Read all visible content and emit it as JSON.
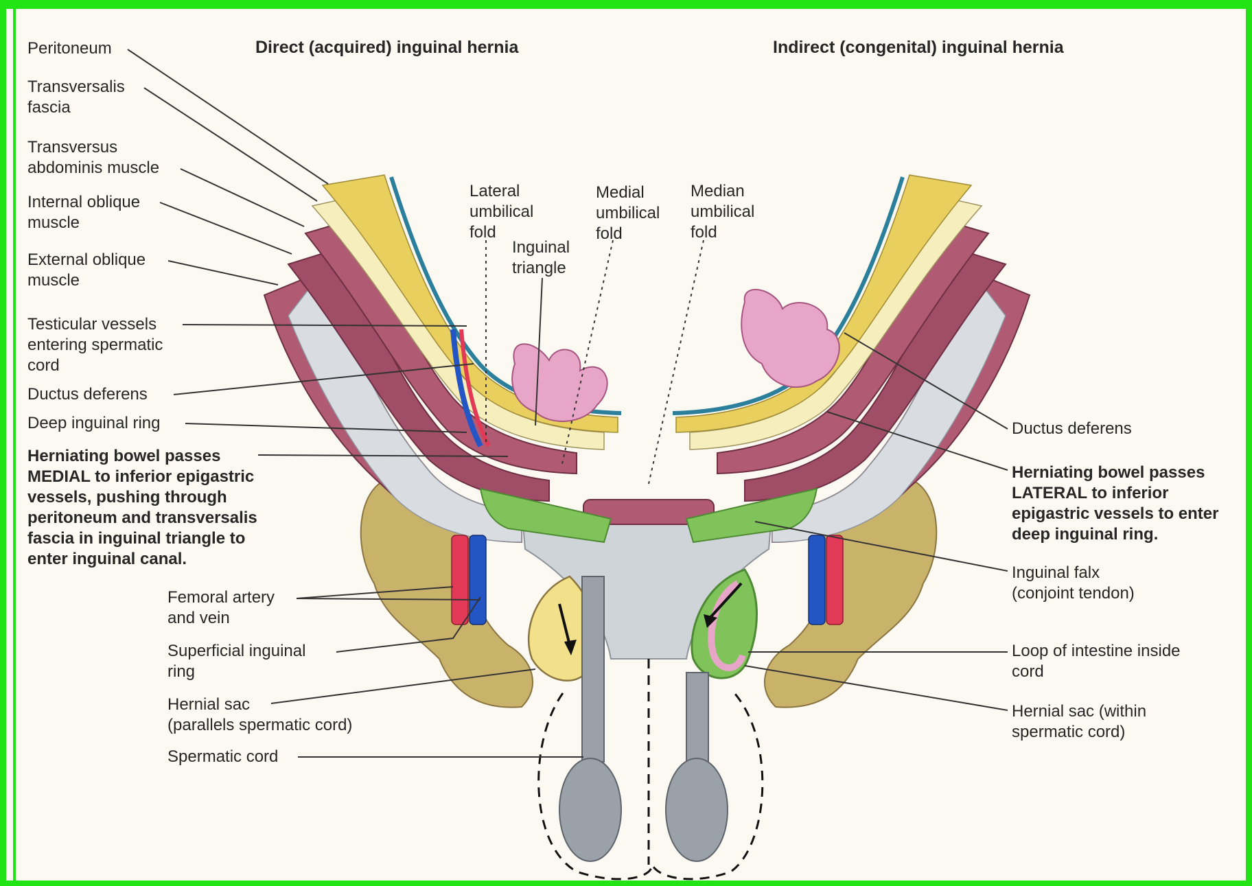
{
  "titles": {
    "direct": "Direct (acquired) inguinal hernia",
    "indirect": "Indirect (congenital) inguinal hernia"
  },
  "labels": {
    "peritoneum": "Peritoneum",
    "transversalis_fascia": "Transversalis\nfascia",
    "transversus_abdominis": "Transversus\nabdominis muscle",
    "internal_oblique": "Internal oblique\nmuscle",
    "external_oblique": "External oblique\nmuscle",
    "testicular_vessels": "Testicular vessels\nentering spermatic\ncord",
    "ductus_deferens_left": "Ductus deferens",
    "deep_inguinal_ring": "Deep inguinal ring",
    "herniating_medial": "Herniating bowel passes\nMEDIAL to inferior epigastric\nvessels, pushing through\nperitoneum and transversalis\nfascia in inguinal triangle to\nenter inguinal canal.",
    "femoral_artery_vein": "Femoral artery\nand vein",
    "superficial_inguinal_ring": "Superficial inguinal\nring",
    "hernial_sac_left": "Hernial sac\n(parallels spermatic cord)",
    "spermatic_cord": "Spermatic cord",
    "lateral_umbilical_fold": "Lateral\numbilical\nfold",
    "inguinal_triangle": "Inguinal\ntriangle",
    "medial_umbilical_fold": "Medial\numbilical\nfold",
    "median_umbilical_fold": "Median\numbilical\nfold",
    "ductus_deferens_right": "Ductus deferens",
    "herniating_lateral": "Herniating bowel passes\nLATERAL to inferior\nepigastric vessels to enter\ndeep inguinal ring.",
    "inguinal_falx": "Inguinal falx\n(conjoint tendon)",
    "loop_of_intestine": "Loop of intestine inside\ncord",
    "hernial_sac_right": "Hernial sac (within\nspermatic cord)"
  },
  "colors": {
    "frame": "#22e414",
    "background": "#fbf9f1",
    "muscle": "#b05a74",
    "fat": "#e8cf5e",
    "fascia": "#f6eebc",
    "peritoneum": "#2b7f9a",
    "tendon": "#7fc35a",
    "bone": "#c9b26a",
    "artery": "#e23a56",
    "vein": "#2356c4",
    "cord": "#9aa1a8",
    "bowel": "#e7a6c8"
  }
}
